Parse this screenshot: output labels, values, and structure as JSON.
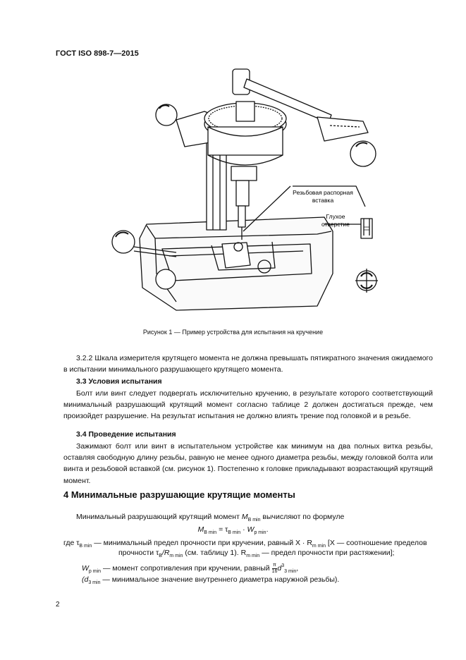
{
  "header": {
    "standard": "ГОСТ ISO 898-7—2015"
  },
  "figure": {
    "label_insert_line1": "Резьбовая распорная",
    "label_insert_line2": "вставка",
    "label_hole_line1": "Глухое",
    "label_hole_line2": "отверстие",
    "caption": "Рисунок 1 — Пример устройства для испытания на кручение"
  },
  "section_3_2_2": {
    "text": "3.2.2 Шкала измерителя крутящего момента не должна превышать пятикратного значения ожидаемого в испытании минимального разрушающего крутящего момента."
  },
  "section_3_3": {
    "heading": "3.3 Условия испытания",
    "text": "Болт или винт следует подвергать исключительно кручению, в результате которого соответствующий минимальный разрушающий крутящий момент согласно таблице 2 должен достигаться прежде, чем произойдет разрушение. На результат испытания не должно влиять трение под головкой и в резьбе."
  },
  "section_3_4": {
    "heading": "3.4 Проведение испытания",
    "text": "Зажимают болт или винт в испытательном устройстве как минимум на два полных витка резьбы, оставляя свободную длину резьбы, равную не менее одного диаметра резьбы, между головкой болта или винта и резьбовой вставкой (см. рисунок 1). Постепенно к головке прикладывают возрастающий крутящий момент."
  },
  "section_4": {
    "heading": "4 Минимальные разрушающие крутящие моменты",
    "intro": "Минимальный разрушающий крутящий момент",
    "intro_tail": "вычисляют по формуле",
    "formula": {
      "lhs": "M",
      "lhs_sub": "B min",
      "eq": " = ",
      "tau": "τ",
      "tau_sub": "B min",
      "dot": " · ",
      "w": "W",
      "w_sub": "p min",
      "end": "."
    },
    "where": "где",
    "def1_line1": "— минимальный предел прочности при кручении, равный X · R",
    "def1_line1_sub": "m min",
    "def1_line1_tail": "[X — соотношение пределов",
    "def1_line2": "прочности τ",
    "def1_line2_mid": "/R",
    "def1_line2_tail": "(см. таблицу 1). R",
    "def1_line2_end": "— предел прочности при растяжении];",
    "def2": "— момент сопротивления при кручении, равный",
    "frac_num": "π",
    "frac_den": "16",
    "def2_d": "d",
    "def2_d_sup": "3",
    "def2_d_sub": "3 min",
    "def3_open": "(d",
    "def3_sub": "3 min",
    "def3_text": "— минимальное значение внутреннего диаметра наружной резьбы)."
  },
  "page_number": "2"
}
